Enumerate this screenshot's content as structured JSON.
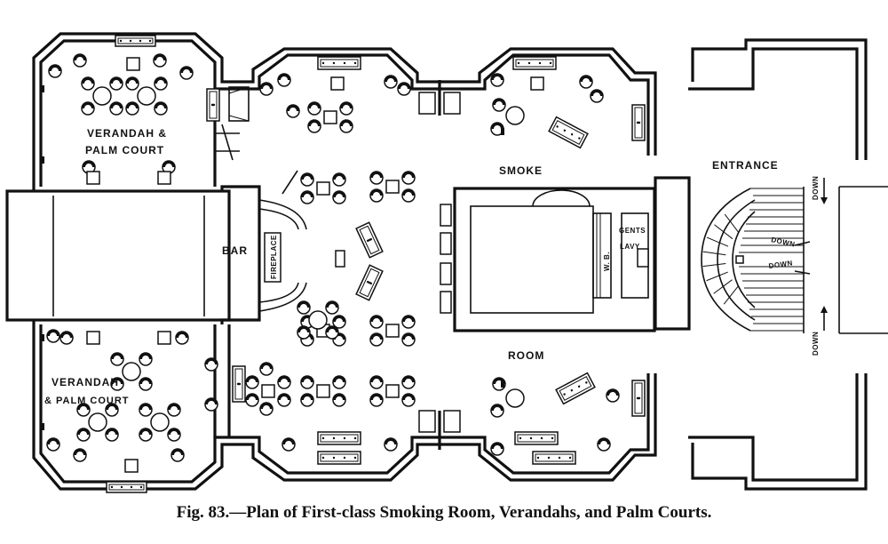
{
  "labels": {
    "verandah_top": [
      "VERANDAH &",
      "PALM COURT"
    ],
    "verandah_bottom": [
      "VERANDAH",
      "& PALM COURT"
    ],
    "bar": "BAR",
    "fireplace": "FIREPLACE",
    "smoke": "SMOKE",
    "room": "ROOM",
    "entrance": "ENTRANCE",
    "gents": "GENTS",
    "lavy": "LAVY",
    "wb": "W. B.",
    "down": "DOWN"
  },
  "caption": "Fig. 83.—Plan of First-class Smoking Room, Verandahs, and Palm Courts."
}
